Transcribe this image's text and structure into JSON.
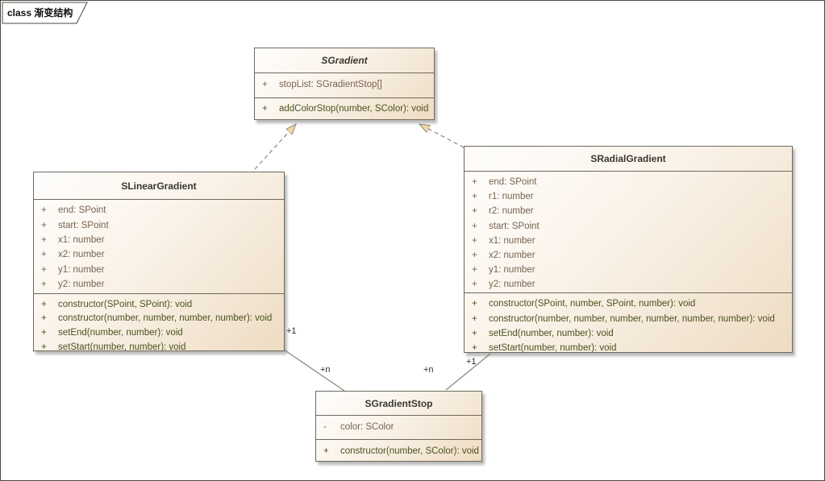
{
  "diagram": {
    "tab_label": "class 渐变结构"
  },
  "colors": {
    "box-border": "#6e695e",
    "box-fill-end": "#eedcc3",
    "title-text": "#3a382f",
    "attr-text": "#766350",
    "method-text": "#4a5220",
    "line": "#8b867c",
    "triangle-fill": "#f1d7a4",
    "label-text": "#2f2f2f"
  },
  "classes": {
    "sgradient": {
      "name": "SGradient",
      "attributes": [
        {
          "vis": "+",
          "text": "stopList: SGradientStop[]"
        }
      ],
      "methods": [
        {
          "vis": "+",
          "text": "addColorStop(number, SColor): void"
        }
      ]
    },
    "slineargradient": {
      "name": "SLinearGradient",
      "attributes": [
        {
          "vis": "+",
          "text": "end: SPoint"
        },
        {
          "vis": "+",
          "text": "start: SPoint"
        },
        {
          "vis": "+",
          "text": "x1: number"
        },
        {
          "vis": "+",
          "text": "x2: number"
        },
        {
          "vis": "+",
          "text": "y1: number"
        },
        {
          "vis": "+",
          "text": "y2: number"
        }
      ],
      "methods": [
        {
          "vis": "+",
          "text": "constructor(SPoint, SPoint): void"
        },
        {
          "vis": "+",
          "text": "constructor(number, number, number, number): void"
        },
        {
          "vis": "+",
          "text": "setEnd(number, number): void"
        },
        {
          "vis": "+",
          "text": "setStart(number, number): void"
        }
      ]
    },
    "sradialgradient": {
      "name": "SRadialGradient",
      "attributes": [
        {
          "vis": "+",
          "text": "end: SPoint"
        },
        {
          "vis": "+",
          "text": "r1: number"
        },
        {
          "vis": "+",
          "text": "r2: number"
        },
        {
          "vis": "+",
          "text": "start: SPoint"
        },
        {
          "vis": "+",
          "text": "x1: number"
        },
        {
          "vis": "+",
          "text": "x2: number"
        },
        {
          "vis": "+",
          "text": "y1: number"
        },
        {
          "vis": "+",
          "text": "y2: number"
        }
      ],
      "methods": [
        {
          "vis": "+",
          "text": "constructor(SPoint, number, SPoint, number): void"
        },
        {
          "vis": "+",
          "text": "constructor(number, number, number, number, number, number): void"
        },
        {
          "vis": "+",
          "text": "setEnd(number, number): void"
        },
        {
          "vis": "+",
          "text": "setStart(number, number): void"
        }
      ]
    },
    "sgradientstop": {
      "name": "SGradientStop",
      "attributes": [
        {
          "vis": "-",
          "text": "color: SColor"
        }
      ],
      "methods": [
        {
          "vis": "+",
          "text": "constructor(number, SColor): void"
        }
      ]
    }
  },
  "connectors": {
    "labels": [
      {
        "text": "+1"
      },
      {
        "text": "+n"
      },
      {
        "text": "+n"
      },
      {
        "text": "+1"
      }
    ]
  }
}
